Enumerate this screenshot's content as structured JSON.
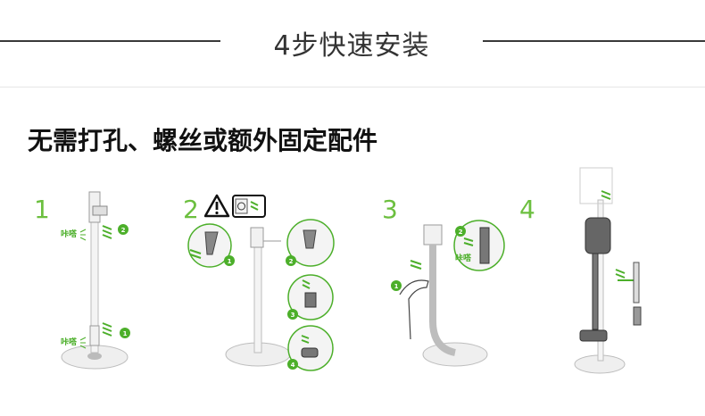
{
  "header": {
    "title": "4步快速安装"
  },
  "subtitle": "无需打孔、螺丝或额外固定配件",
  "steps": [
    {
      "number": "1",
      "click_text": "咔嗒"
    },
    {
      "number": "2"
    },
    {
      "number": "3",
      "click_text": "咔嗒"
    },
    {
      "number": "4"
    }
  ],
  "badges": [
    "1",
    "2",
    "3",
    "4"
  ],
  "colors": {
    "accent": "#6cbf3f",
    "line": "#3a3a3a",
    "stand": "#e9e9e9"
  }
}
